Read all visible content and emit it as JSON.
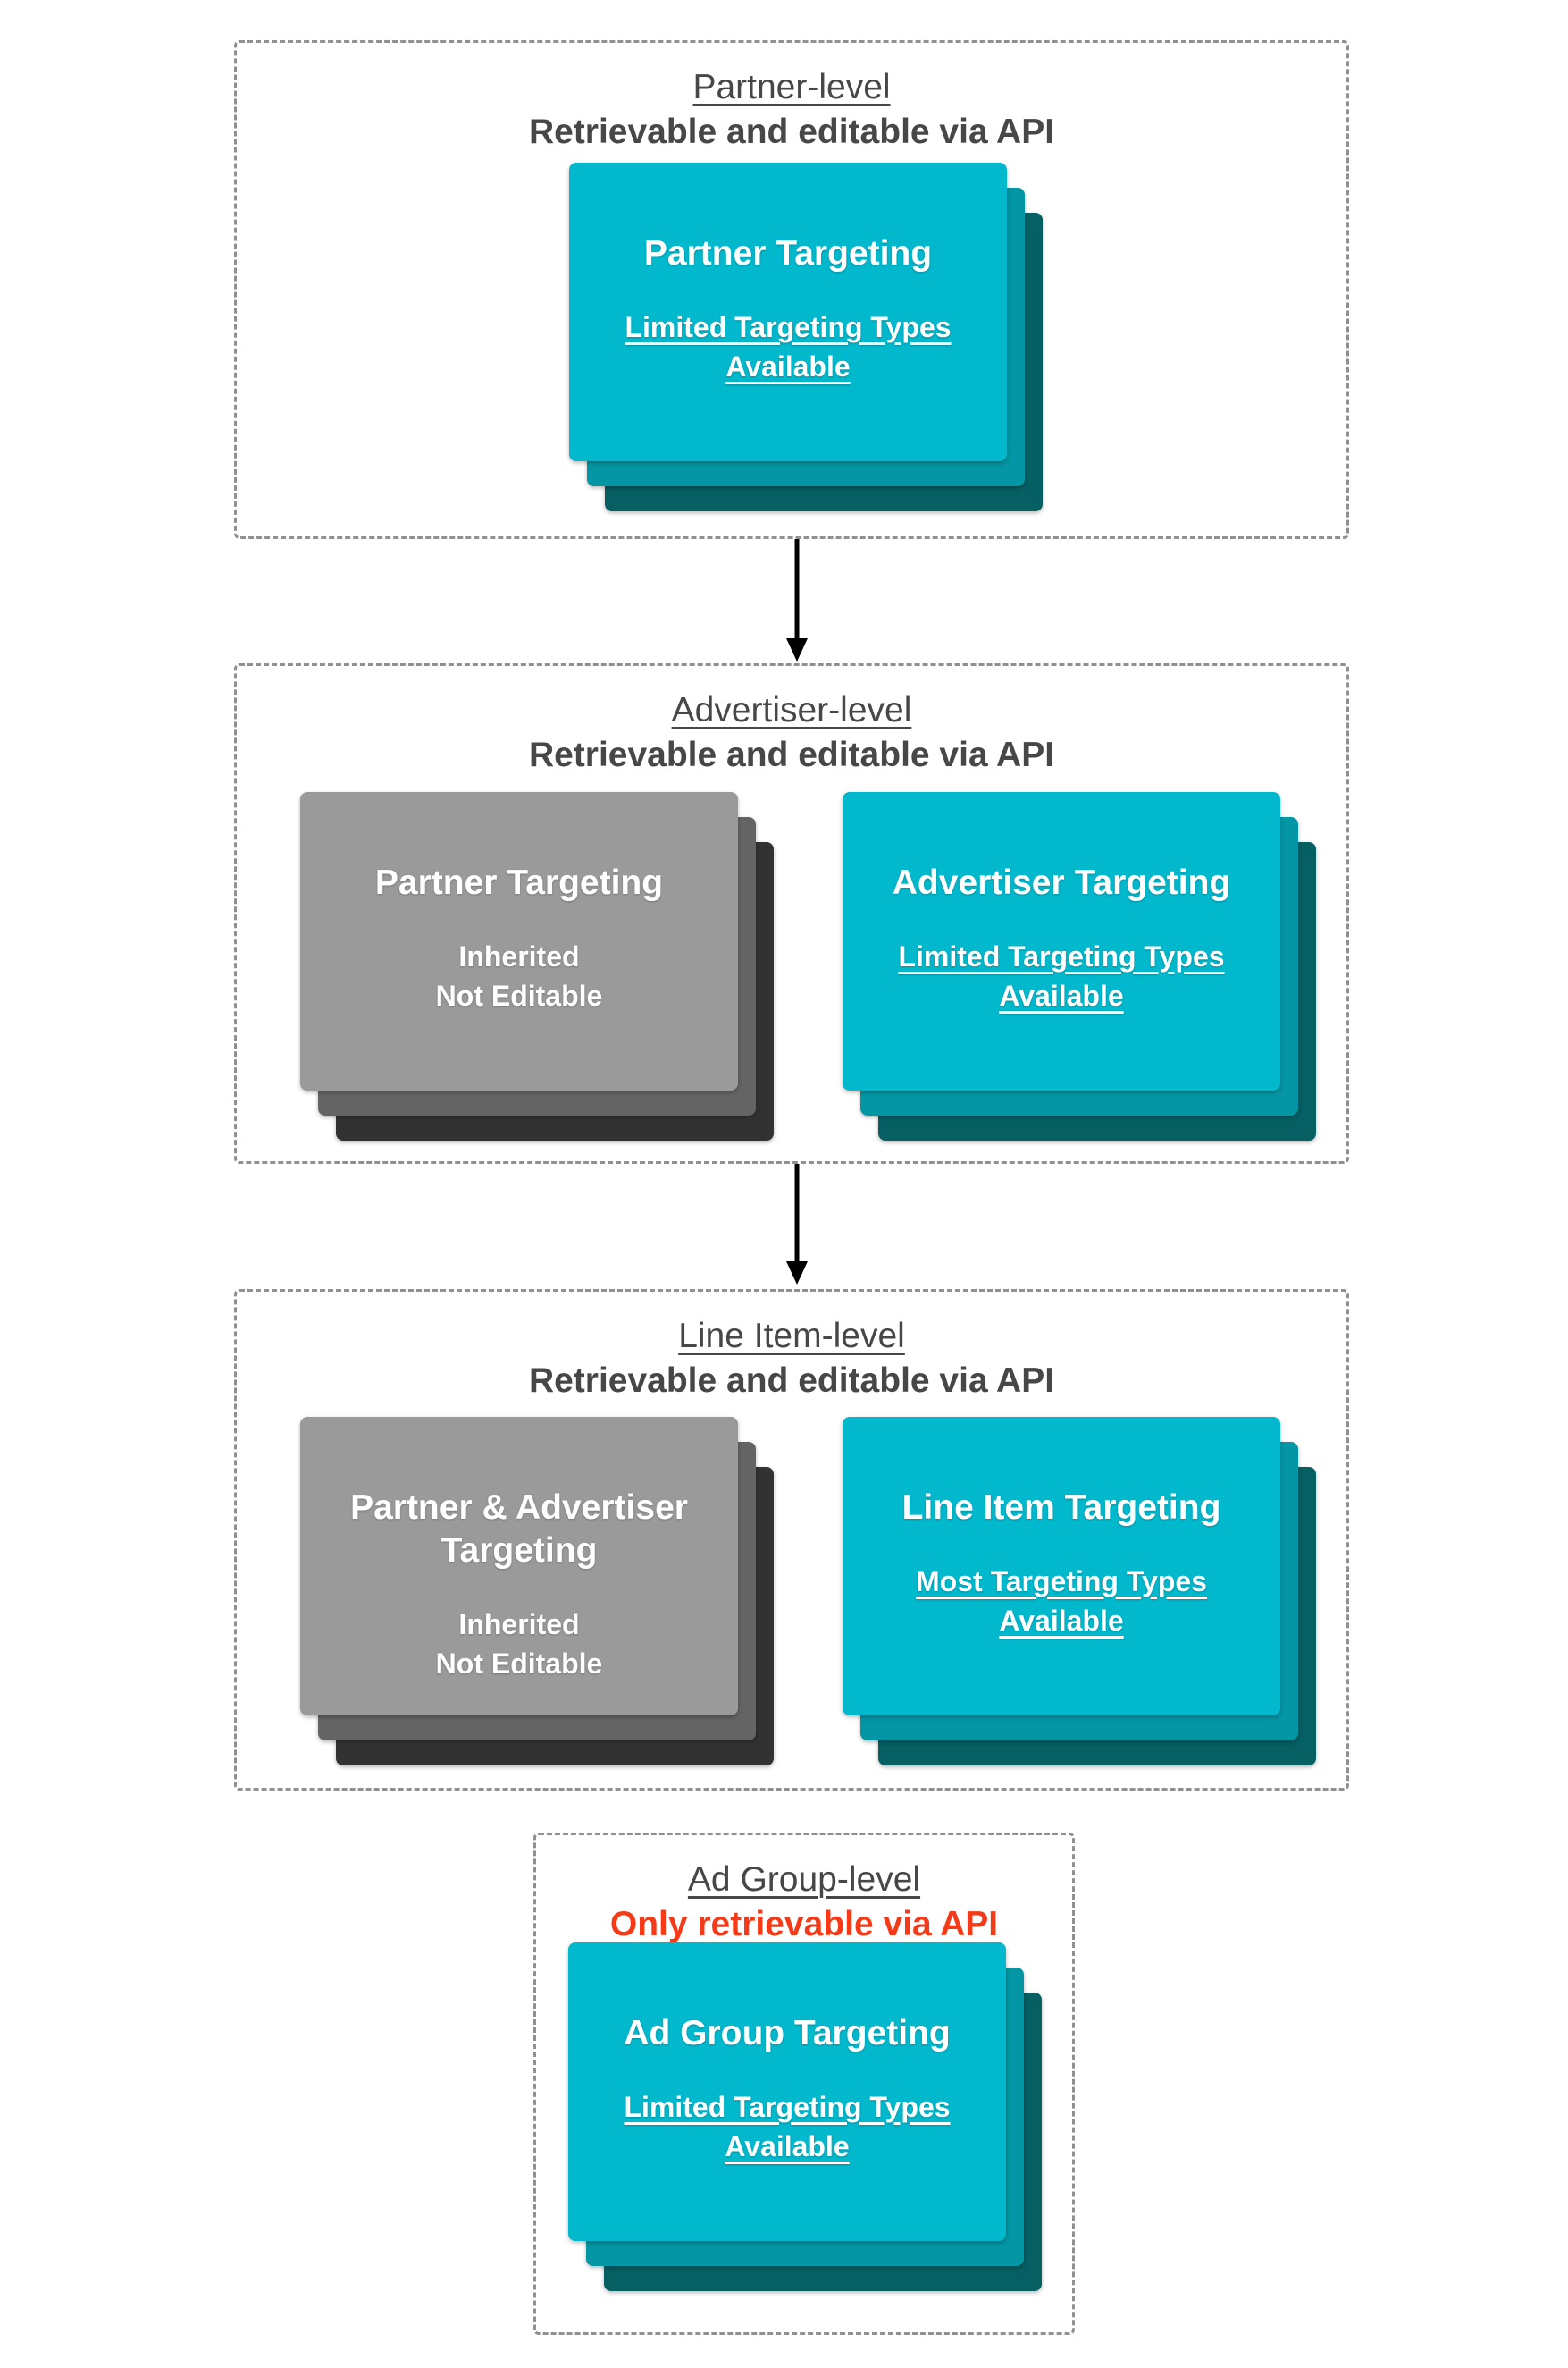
{
  "colors": {
    "teal_card_front": "#02b8cc",
    "teal_card_mid": "#0496a4",
    "teal_card_back": "#055f63",
    "gray_card_front": "#9a9a9a",
    "gray_card_mid": "#646464",
    "gray_card_back": "#323232",
    "heading_text": "#474747",
    "alert_text": "#f63a17",
    "dashed_border": "#909090",
    "card_text": "#ffffff",
    "arrow": "#000000"
  },
  "sections": [
    {
      "title": "Partner-level",
      "subtitle": "Retrievable and editable via API",
      "cards": [
        {
          "variant": "teal",
          "title": "Partner Targeting",
          "subtitle": "Limited Targeting Types Available"
        }
      ]
    },
    {
      "title": "Advertiser-level",
      "subtitle": "Retrievable and editable via API",
      "cards": [
        {
          "variant": "gray",
          "title": "Partner Targeting",
          "subtitle_lines": [
            "Inherited",
            "Not Editable"
          ]
        },
        {
          "variant": "teal",
          "title": "Advertiser Targeting",
          "subtitle": "Limited Targeting Types Available"
        }
      ]
    },
    {
      "title": "Line Item-level",
      "subtitle": "Retrievable and editable via API",
      "cards": [
        {
          "variant": "gray",
          "title": "Partner & Advertiser Targeting",
          "subtitle_lines": [
            "Inherited",
            "Not Editable"
          ]
        },
        {
          "variant": "teal",
          "title": "Line Item Targeting",
          "subtitle": "Most Targeting Types Available"
        }
      ]
    },
    {
      "title": "Ad Group-level",
      "subtitle": "Only retrievable via API",
      "cards": [
        {
          "variant": "teal",
          "title": "Ad Group Targeting",
          "subtitle": "Limited Targeting Types Available"
        }
      ]
    }
  ],
  "arrows": [
    {
      "icon": "down-arrow-icon",
      "from": "Partner-level",
      "to": "Advertiser-level"
    },
    {
      "icon": "down-arrow-icon",
      "from": "Advertiser-level",
      "to": "Line Item-level"
    }
  ]
}
